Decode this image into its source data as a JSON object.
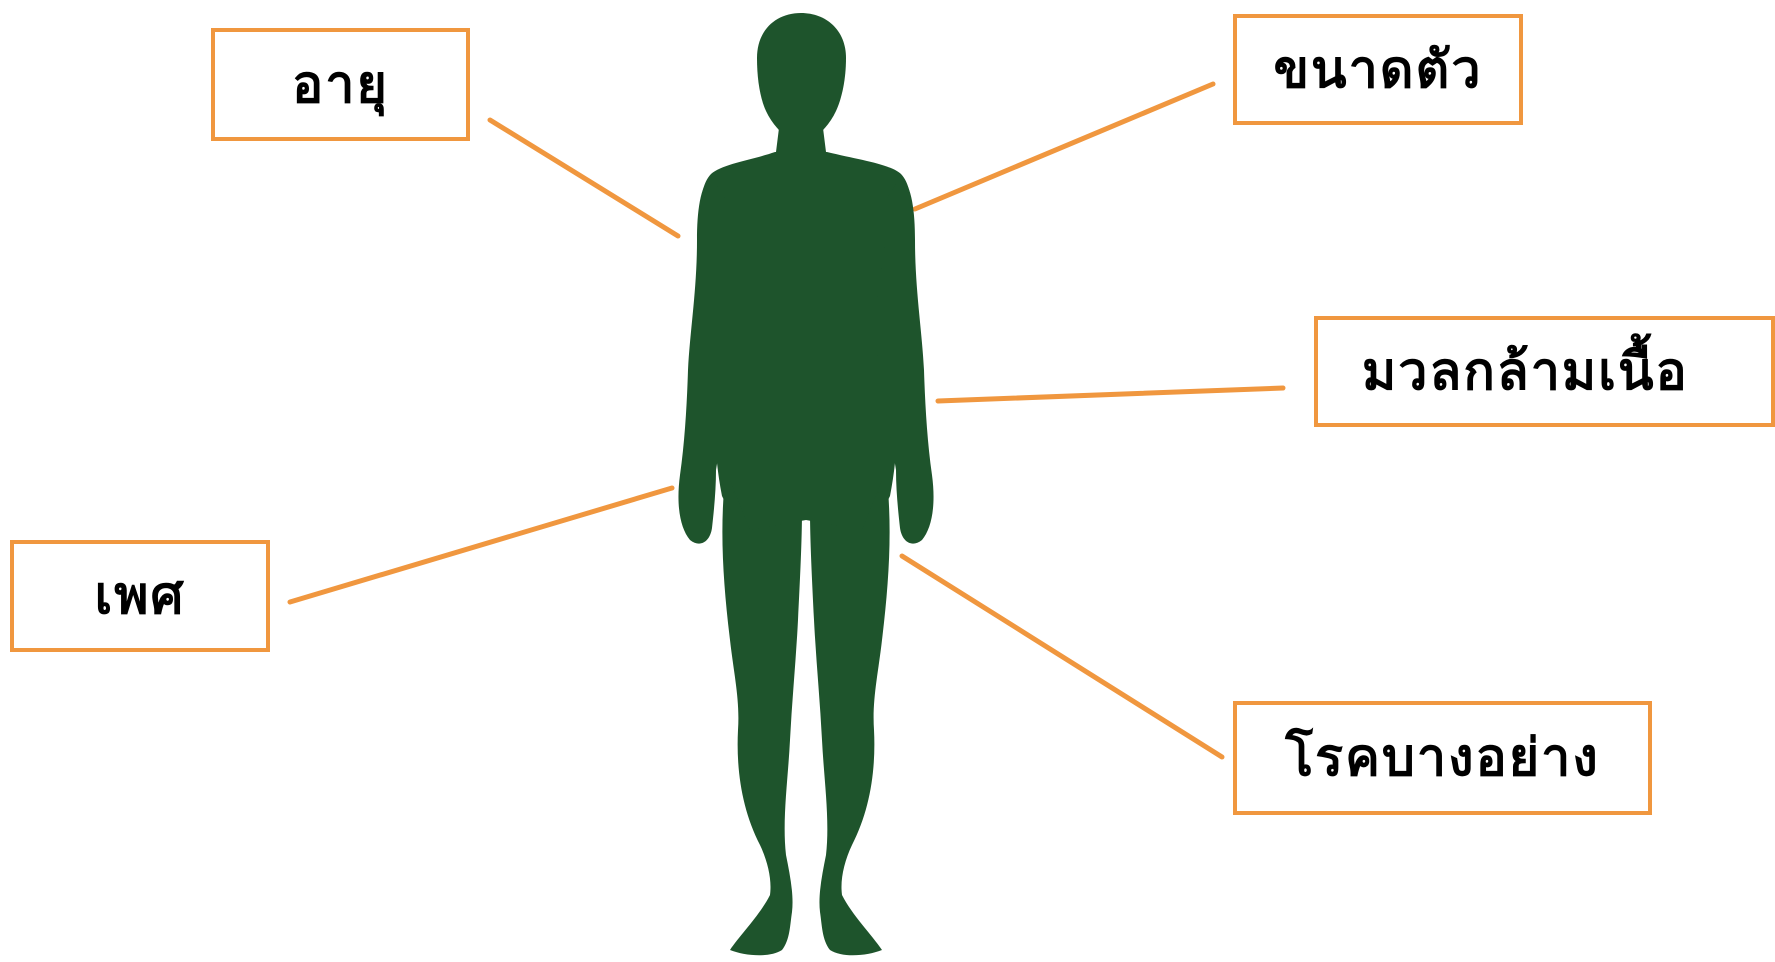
{
  "labels": {
    "age": "อายุ",
    "body_size": "ขนาดตัว",
    "muscle_mass": "มวลกล้ามเนื้อ",
    "sex": "เพศ",
    "disease": "โรคบางอย่าง"
  },
  "colors": {
    "silhouette": "#1E542C",
    "box_border": "#F0973F",
    "connector": "#F0973F",
    "text": "#000000",
    "background": "#FFFFFF"
  },
  "icons": {
    "figure": "human-silhouette-icon"
  }
}
